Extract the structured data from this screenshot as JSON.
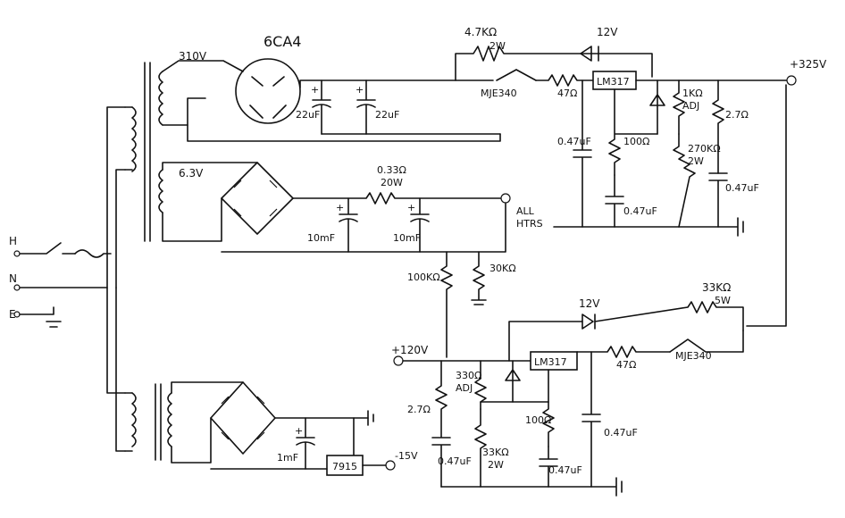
{
  "diagram": {
    "mains": {
      "h": "H",
      "n": "N",
      "e": "E"
    },
    "tube": "6CA4",
    "v310": "310V",
    "v63": "6.3V",
    "c22a": "22uF",
    "c22b": "22uF",
    "r47k": "4.7KΩ",
    "r47k_w": "2W",
    "zener_top": "12V",
    "mje_top": "MJE340",
    "r47_top": "47Ω",
    "lm317_top": "LM317",
    "out_hv": "+325V",
    "r1k": "1KΩ",
    "r1k_adj": "ADJ",
    "r27_top": "2.7Ω",
    "c047_a": "0.47uF",
    "r100_top": "100Ω",
    "r270k": "270KΩ",
    "r270k_w": "2W",
    "c047_b": "0.47uF",
    "c047_c": "0.47uF",
    "r033": "0.33Ω",
    "r033_w": "20W",
    "c10m_a": "10mF",
    "c10m_b": "10mF",
    "all_htrs_1": "ALL",
    "all_htrs_2": "HTRS",
    "r100k": "100KΩ",
    "r30k": "30KΩ",
    "zener_mid": "12V",
    "r33k": "33KΩ",
    "r33k_w": "5W",
    "v120": "+120V",
    "lm317_mid": "LM317",
    "r47_mid": "47Ω",
    "mje_mid": "MJE340",
    "r27_mid": "2.7Ω",
    "r330": "330Ω",
    "r330_adj": "ADJ",
    "c047_d": "0.47uF",
    "r33k2": "33KΩ",
    "r33k2_w": "2W",
    "r100_mid": "100Ω",
    "c047_e": "0.47uF",
    "c047_f": "0.47uF",
    "c1mf": "1mF",
    "reg7915": "7915",
    "vneg15": "-15V"
  }
}
